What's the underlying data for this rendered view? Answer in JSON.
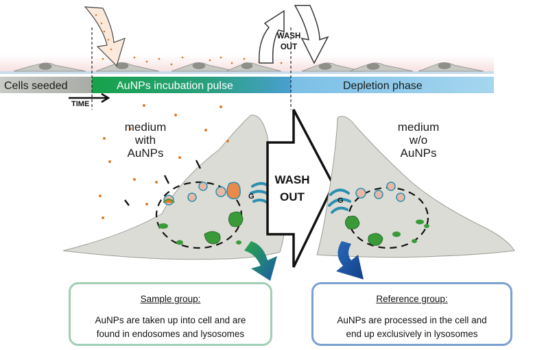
{
  "timeline": {
    "cells_seeded": "Cells seeded",
    "incubation": "AuNPs incubation pulse",
    "depletion": "Depletion phase",
    "time": "TIME"
  },
  "wash_top": {
    "line1": "WASH",
    "line2": "OUT"
  },
  "wash_center": {
    "line1": "WASH",
    "line2": "OUT"
  },
  "medium_left": {
    "line1": "medium",
    "line2": "with",
    "line3": "AuNPs"
  },
  "medium_right": {
    "line1": "medium",
    "line2": "w/o",
    "line3": "AuNPs"
  },
  "golgi_label": "G",
  "sample_group": {
    "heading": "Sample group:",
    "line1": "AuNPs are taken up into cell and are",
    "line2": "found in endosomes and lysosomes"
  },
  "reference_group": {
    "heading": "Reference group:",
    "line1": "AuNPs are processed in the cell and",
    "line2": "end up exclusively in lysosomes"
  },
  "colors": {
    "incubation_green": "#1aa64a",
    "depletion_blue": "#8cc8e8",
    "nanoparticle_orange": "#e07a2a",
    "cell_gray": "#d8d8d3",
    "endosome_green": "#3a9a3a",
    "golgi_teal": "#2a8fb0"
  }
}
